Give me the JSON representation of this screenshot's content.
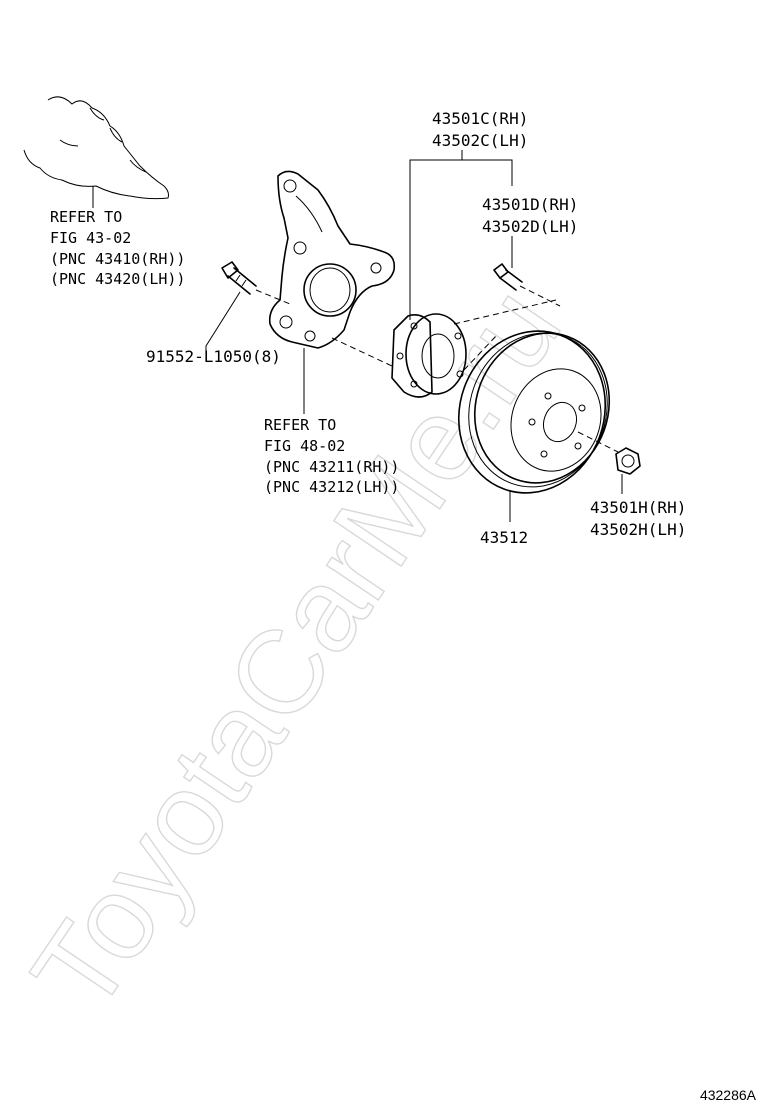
{
  "watermark": "ToyotaCarMe.ru",
  "figure_id": "432286A",
  "callouts": {
    "hub_c_rh": "43501C(RH)",
    "hub_c_lh": "43502C(LH)",
    "bolt_d_rh": "43501D(RH)",
    "bolt_d_lh": "43502D(LH)",
    "knuckle_ref": {
      "line1": "REFER TO",
      "line2": "FIG 43-02",
      "line3": "(PNC 43410(RH))",
      "line4": "(PNC 43420(LH))"
    },
    "bolt_91552": "91552-L1050(8)",
    "strut_ref": {
      "line1": "REFER TO",
      "line2": "FIG 48-02",
      "line3": "(PNC 43211(RH))",
      "line4": "(PNC 43212(LH))"
    },
    "disc": "43512",
    "nut_h_rh": "43501H(RH)",
    "nut_h_lh": "43502H(LH)"
  }
}
